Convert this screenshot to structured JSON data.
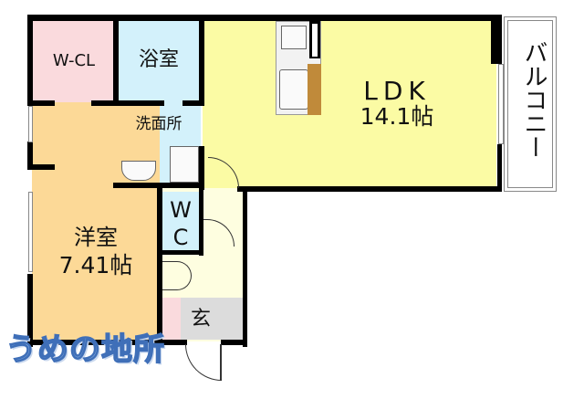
{
  "plan": {
    "rooms": {
      "wcl": {
        "label": "W-CL",
        "color": "#fadadd"
      },
      "bath": {
        "label": "浴室",
        "color": "#d3f1fb"
      },
      "washroom": {
        "label": "洗面所",
        "color": "#d3f1fb"
      },
      "ldk": {
        "label": "LDK",
        "size": "14.1帖",
        "color": "#fbfba4"
      },
      "western": {
        "label": "洋室",
        "size": "7.41帖",
        "color": "#fcd997"
      },
      "wc": {
        "label_w": "W",
        "label_c": "C",
        "color": "#d3f1fb"
      },
      "hall": {
        "color": "#fefee0"
      },
      "entrance": {
        "label": "玄",
        "color": "#dcdcdc"
      },
      "balcony": {
        "label": "バルコニー",
        "color": "#ffffff"
      }
    },
    "colors": {
      "wall": "#000000",
      "counter": "#c08a3a"
    },
    "watermark": "うめの地所"
  }
}
